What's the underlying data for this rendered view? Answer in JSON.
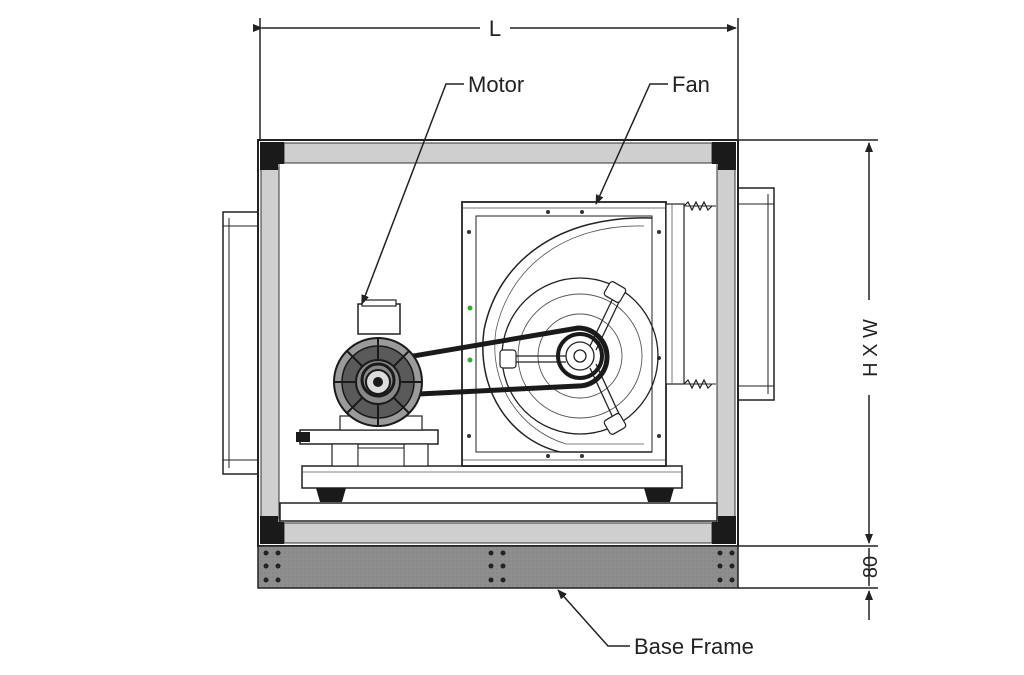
{
  "labels": {
    "length": "L",
    "height_width": "H X W",
    "base_height": "80",
    "motor": "Motor",
    "fan": "Fan",
    "base_frame": "Base Frame"
  },
  "colors": {
    "frame_panel": "#cfcfcf",
    "corner_block": "#1a1a1a",
    "base_frame_fill": "#8e8e8e",
    "line": "#222222",
    "background": "#ffffff"
  }
}
